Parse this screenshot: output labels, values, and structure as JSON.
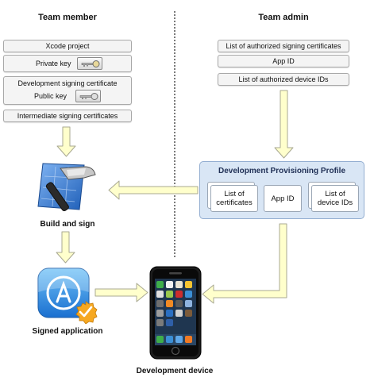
{
  "headers": {
    "member": "Team member",
    "admin": "Team admin"
  },
  "member_items": {
    "xcode": "Xcode project",
    "private_key": "Private key",
    "dev_cert": "Development signing certificate",
    "public_key": "Public key",
    "intermediate": "Intermediate signing certificates"
  },
  "admin_items": {
    "signing_certs": "List of authorized signing certificates",
    "app_id": "App ID",
    "device_ids": "List of authorized device IDs"
  },
  "profile": {
    "title": "Development Provisioning Profile",
    "certs_line1": "List of",
    "certs_line2": "certificates",
    "app_id": "App ID",
    "devices_line1": "List of",
    "devices_line2": "device IDs"
  },
  "labels": {
    "build": "Build and sign",
    "signed": "Signed application",
    "device": "Development device"
  },
  "icons": [
    "key-icon",
    "xcode-hammer-icon",
    "app-store-icon",
    "checkmark-badge-icon",
    "iphone-icon"
  ],
  "colors": {
    "arrow_fill": "#ffffcc",
    "arrow_stroke": "#a8a892",
    "profile_bg": "#d9e6f5"
  }
}
